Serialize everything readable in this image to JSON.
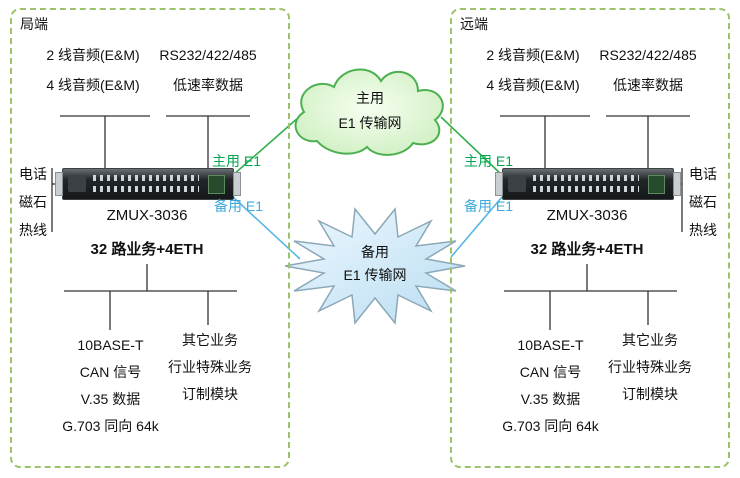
{
  "colors": {
    "panel_border": "#9dc36a",
    "primary_green": "#00a651",
    "backup_blue": "#3fa9dd",
    "cloud_fill": "#e3fbda",
    "cloud_stroke": "#4cb050",
    "burst_fill": "#d2ebf8",
    "burst_stroke": "#8ba8b8",
    "connector_black": "#333333"
  },
  "left_panel": {
    "title": "局端",
    "audio_labels": [
      "2 线音频(E&M)",
      "4 线音频(E&M)"
    ],
    "serial_labels": [
      "RS232/422/485",
      "低速率数据"
    ],
    "side_labels": [
      "电话",
      "磁石",
      "热线"
    ],
    "device_model": "ZMUX-3036",
    "device_capacity": "32 路业务+4ETH",
    "bottom_left_labels": [
      "10BASE-T",
      "CAN 信号",
      "V.35 数据",
      "G.703 同向 64k"
    ],
    "bottom_right_labels": [
      "其它业务",
      "行业特殊业务",
      "订制模块"
    ]
  },
  "right_panel": {
    "title": "远端",
    "audio_labels": [
      "2 线音频(E&M)",
      "4 线音频(E&M)"
    ],
    "serial_labels": [
      "RS232/422/485",
      "低速率数据"
    ],
    "side_labels": [
      "电话",
      "磁石",
      "热线"
    ],
    "device_model": "ZMUX-3036",
    "device_capacity": "32 路业务+4ETH",
    "bottom_left_labels": [
      "10BASE-T",
      "CAN 信号",
      "V.35 数据",
      "G.703 同向 64k"
    ],
    "bottom_right_labels": [
      "其它业务",
      "行业特殊业务",
      "订制模块"
    ]
  },
  "network": {
    "primary_cloud": {
      "title": "主用",
      "subtitle": "E1 传输网"
    },
    "backup_cloud": {
      "title": "备用",
      "subtitle": "E1 传输网"
    },
    "left_primary_label": "主用 E1",
    "left_backup_label": "备用 E1",
    "right_primary_label": "主用 E1",
    "right_backup_label": "备用 E1"
  }
}
